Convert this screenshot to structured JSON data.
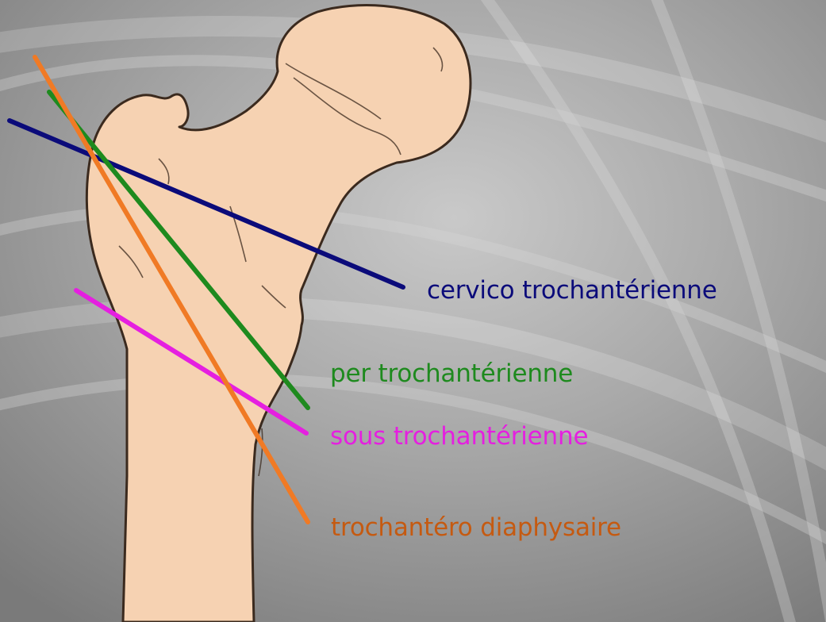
{
  "labels": {
    "cervico": "cervico trochantérienne",
    "per": "per trochantérienne",
    "sous": "sous trochantérienne",
    "diaphysaire": "trochantéro diaphysaire"
  },
  "colors": {
    "cervico": "#0b0b7a",
    "per": "#1e8a1e",
    "sous": "#e51fe0",
    "diaphysaire": "#c55a11",
    "orange_line": "#f07a25",
    "bone_fill": "#f6d2b2",
    "bone_outline": "#3b2a1e",
    "xray_background": "#9a9a9a"
  }
}
